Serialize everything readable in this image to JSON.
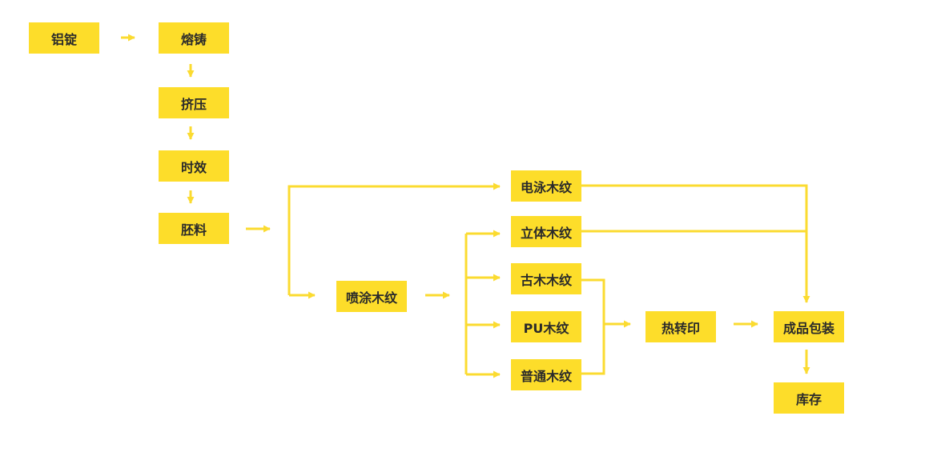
{
  "colors": {
    "node_fill": "#fddd2a",
    "connector": "#fbdb30",
    "text": "#2a2a2a"
  },
  "nodes": {
    "ingot": "铝锭",
    "casting": "熔铸",
    "extrusion": "挤压",
    "aging": "时效",
    "blank": "胚料",
    "spray_wood_grain": "喷涂木纹",
    "electrophoresis_wood_grain": "电泳木纹",
    "three_d_wood_grain": "立体木纹",
    "antique_wood_grain": "古木木纹",
    "pu_wood_grain": "PU木纹",
    "regular_wood_grain": "普通木纹",
    "heat_transfer": "热转印",
    "finished_packaging": "成品包装",
    "stock": "库存"
  }
}
